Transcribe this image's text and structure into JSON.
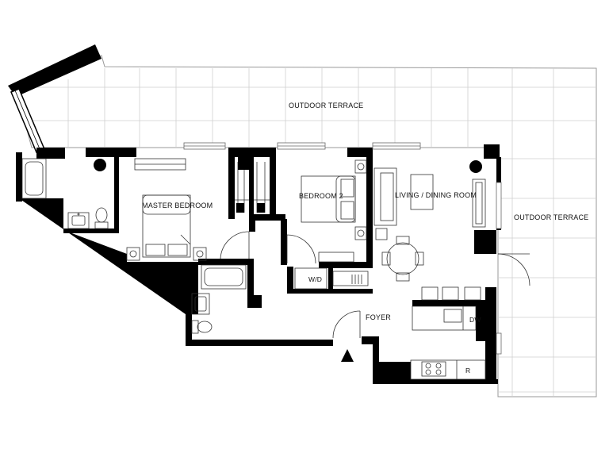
{
  "plan": {
    "labels": {
      "outdoor_terrace_top": "OUTDOOR TERRACE",
      "outdoor_terrace_right": "OUTDOOR TERRACE",
      "master_bedroom": "MASTER BEDROOM",
      "bedroom_2": "BEDROOM 2",
      "living_dining_room": "LIVING / DINING ROOM",
      "foyer": "FOYER",
      "washer_dryer": "W/D",
      "dishwasher": "DW",
      "refrigerator": "R"
    },
    "colors": {
      "wall": "#000000",
      "grid": "#c8c8c8",
      "fixture": "#333333",
      "background": "#ffffff"
    },
    "icons": [
      "entry-arrow-icon",
      "door-swing-icon",
      "toilet-icon",
      "bathtub-icon",
      "sink-icon",
      "bed-icon",
      "sofa-icon",
      "dining-table-icon",
      "column-icon"
    ]
  }
}
